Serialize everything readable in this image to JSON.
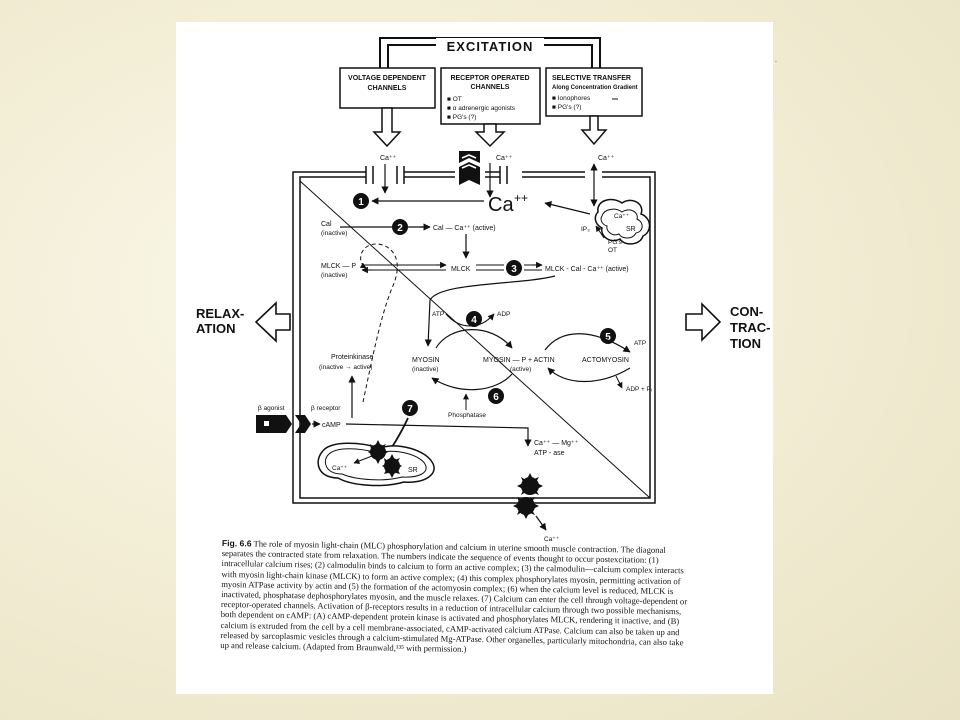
{
  "figure": {
    "excitation": "EXCITATION",
    "channels": {
      "voltage": [
        "VOLTAGE DEPENDENT",
        "CHANNELS"
      ],
      "receptor": [
        "RECEPTOR OPERATED",
        "CHANNELS"
      ],
      "receptor_items": [
        "■ OT",
        "■ α adrenergic agonists",
        "■ PG's (?)"
      ],
      "selective": [
        "SELECTIVE TRANSFER"
      ],
      "selective_sub": "Along Concentration Gradient",
      "selective_items": [
        "■ Ionophores",
        "■ PG's (?)"
      ]
    },
    "ca_small": "Ca⁺⁺",
    "ca_big": "Ca",
    "ca_big_sup": "++",
    "relaxation": [
      "RELAX-",
      "ATION"
    ],
    "contraction": [
      "CON-",
      "TRAC-",
      "TION"
    ],
    "steps": [
      "1",
      "2",
      "3",
      "4",
      "5",
      "6",
      "7"
    ],
    "cal_inactive": [
      "Cal",
      "(inactive)"
    ],
    "cal_ca_active": "Cal — Ca⁺⁺ (active)",
    "mlck_p": [
      "MLCK — P",
      "(inactive)"
    ],
    "mlck": "MLCK",
    "mlck_complex": "MLCK - Cal - Ca⁺⁺ (active)",
    "ip3": "IP₃",
    "sr": "SR",
    "sr_ca": "Ca⁺⁺",
    "pgs": "PG's",
    "ot": "OT",
    "atp": "ATP",
    "adp": "ADP",
    "proteinkinase": [
      "Proteinkinase",
      "(inactive → active)"
    ],
    "myosin": [
      "MYOSIN",
      "(inactive)"
    ],
    "myosin_p_actin": [
      "MYOSIN — P + ACTIN",
      "(active)"
    ],
    "actomyosin": "ACTOMYOSIN",
    "adp_pi": "ADP + Pᵢ",
    "phosphatase": "Phosphatase",
    "beta_agonist": "β agonist",
    "beta_receptor": "β receptor",
    "camp": "cAMP",
    "ca_mg": "Ca⁺⁺ — Mg⁺⁺",
    "atpase": "ATP - ase"
  },
  "caption": {
    "label": "Fig. 6.6",
    "text": "The role of myosin light-chain (MLC) phosphorylation and calcium in uterine smooth muscle contraction. The diagonal separates the contracted state from relaxation. The numbers indicate the sequence of events thought to occur postexcitation: (1) intracellular calcium rises; (2) calmodulin binds to calcium to form an active complex; (3) the calmodulin—calcium complex interacts with myosin light-chain kinase (MLCK) to form an active complex; (4) this complex phosphorylates myosin, permitting activation of myosin ATPase activity by actin and (5) the formation of the actomyosin complex; (6) when the calcium level is reduced, MLCK is inactivated, phosphatase dephosphorylates myosin, and the muscle relaxes. (7) Calcium can enter the cell through voltage-dependent or receptor-operated channels. Activation of β-receptors results in a reduction of intracellular calcium through two possible mechanisms, both dependent on cAMP: (A) cAMP-dependent protein kinase is activated and phosphorylates MLCK, rendering it inactive, and (B) calcium is extruded from the cell by a cell membrane-associated, cAMP-activated calcium ATPase. Calcium can also be taken up and released by sarcoplasmic vesicles through a calcium-stimulated Mg-ATPase. Other organelles, particularly mitochondria, can also take up and release calcium. (Adapted from Braunwald,¹³⁵ with permission.)"
  }
}
